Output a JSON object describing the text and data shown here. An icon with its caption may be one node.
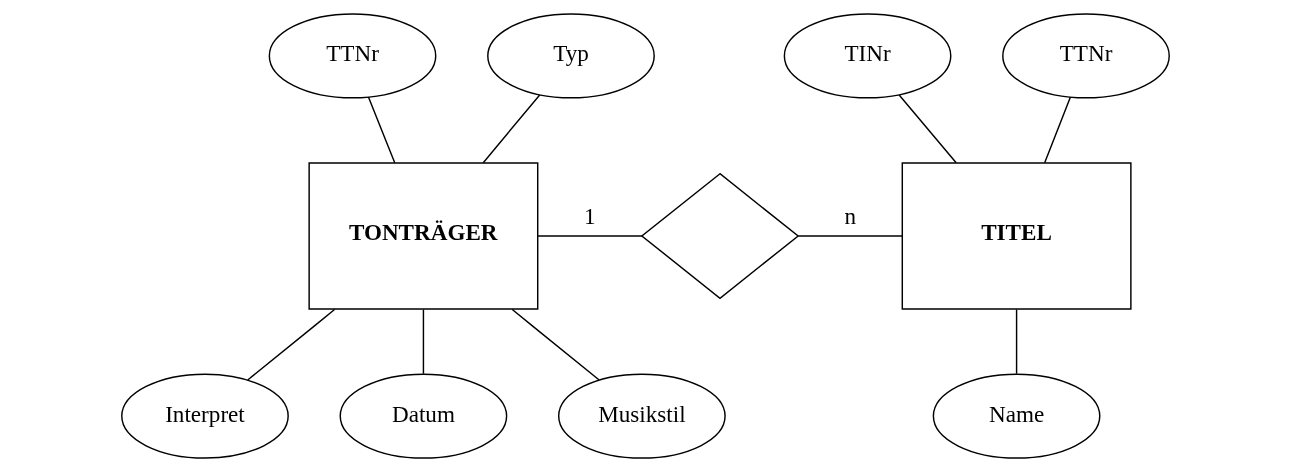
{
  "diagram": {
    "nodes": [
      {
        "text": [
          "TTNr"
        ]
      },
      {
        "text": [
          "Typ"
        ]
      },
      {
        "text": [
          "TINr"
        ]
      },
      {
        "text": [
          "TTNr"
        ]
      },
      {
        "text": [
          "TONTRÄGER"
        ]
      },
      {
        "text": [],
        "shape": "diamond"
      },
      {
        "text": [
          "TITEL"
        ]
      },
      {
        "text": [
          "Interpret"
        ]
      },
      {
        "text": [
          "Datum"
        ]
      },
      {
        "text": [
          "Musikstil"
        ]
      },
      {
        "text": [
          "Name"
        ]
      }
    ],
    "edges": [
      {
        "from": 0,
        "to": 4,
        "arrow": "none"
      },
      {
        "from": 1,
        "to": 4,
        "arrow": "none"
      },
      {
        "from": 4,
        "to": 5,
        "arrow": "none",
        "label": "1"
      },
      {
        "from": 5,
        "to": 6,
        "arrow": "none",
        "label": "n"
      },
      {
        "from": 2,
        "to": 6,
        "arrow": "none"
      },
      {
        "from": 3,
        "to": 6,
        "arrow": "none"
      },
      {
        "from": 4,
        "to": 7,
        "arrow": "none"
      },
      {
        "from": 4,
        "to": 8,
        "arrow": "none"
      },
      {
        "from": 4,
        "to": 9,
        "arrow": "none"
      },
      {
        "from": 6,
        "to": 10,
        "arrow": "none"
      }
    ]
  }
}
